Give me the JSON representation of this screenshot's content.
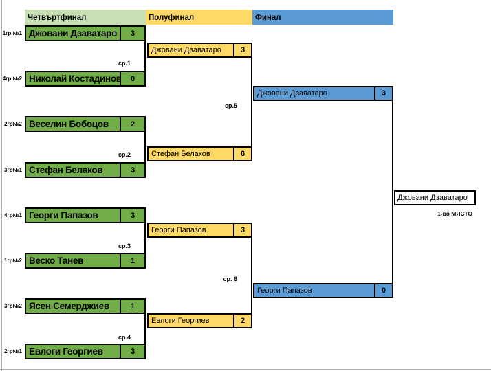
{
  "colors": {
    "qf_header": "#c6e0b4",
    "qf_box": "#70ad47",
    "sf_box": "#ffd966",
    "final_box": "#5b9bd5",
    "border": "#000000",
    "page_line": "#b0b0b0"
  },
  "columns": [
    {
      "label": "Четвъртфинал"
    },
    {
      "label": "Полуфинал"
    },
    {
      "label": "Финал"
    }
  ],
  "quarterfinal": {
    "players": [
      {
        "seed": "1гр №1",
        "name": "Джовани Дзаватаро",
        "score": "3"
      },
      {
        "seed": "4гр №2",
        "name": "Николай Костадинов",
        "score": "0"
      },
      {
        "seed": "2гр№2",
        "name": "Веселин Бобоцов",
        "score": "2"
      },
      {
        "seed": "3гр№1",
        "name": "Стефан Белаков",
        "score": "3"
      },
      {
        "seed": "4гр№1",
        "name": "Георги Папазов",
        "score": "3"
      },
      {
        "seed": "1гр№2",
        "name": "Веско Танев",
        "score": "1"
      },
      {
        "seed": "3гр№2",
        "name": "Ясен Семерджиев",
        "score": "1"
      },
      {
        "seed": "2гр№1",
        "name": "Евлоги Георгиев",
        "score": "3"
      }
    ],
    "match_labels": [
      "ср.1",
      "ср.2",
      "ср.3",
      "ср.4"
    ]
  },
  "semifinal": {
    "players": [
      {
        "name": "Джовани Дзаватаро",
        "score": "3"
      },
      {
        "name": "Стефан Белаков",
        "score": "0"
      },
      {
        "name": "Георги Папазов",
        "score": "3"
      },
      {
        "name": "Евлоги Георгиев",
        "score": "2"
      }
    ],
    "match_labels": [
      "ср.5",
      "ср. 6"
    ]
  },
  "final": {
    "players": [
      {
        "name": "Джовани Дзаватаро",
        "score": "3"
      },
      {
        "name": "Георги Папазов",
        "score": "0"
      }
    ]
  },
  "winner": {
    "name": "Джовани Дзаватаро",
    "caption": "1-во МЯСТО"
  }
}
